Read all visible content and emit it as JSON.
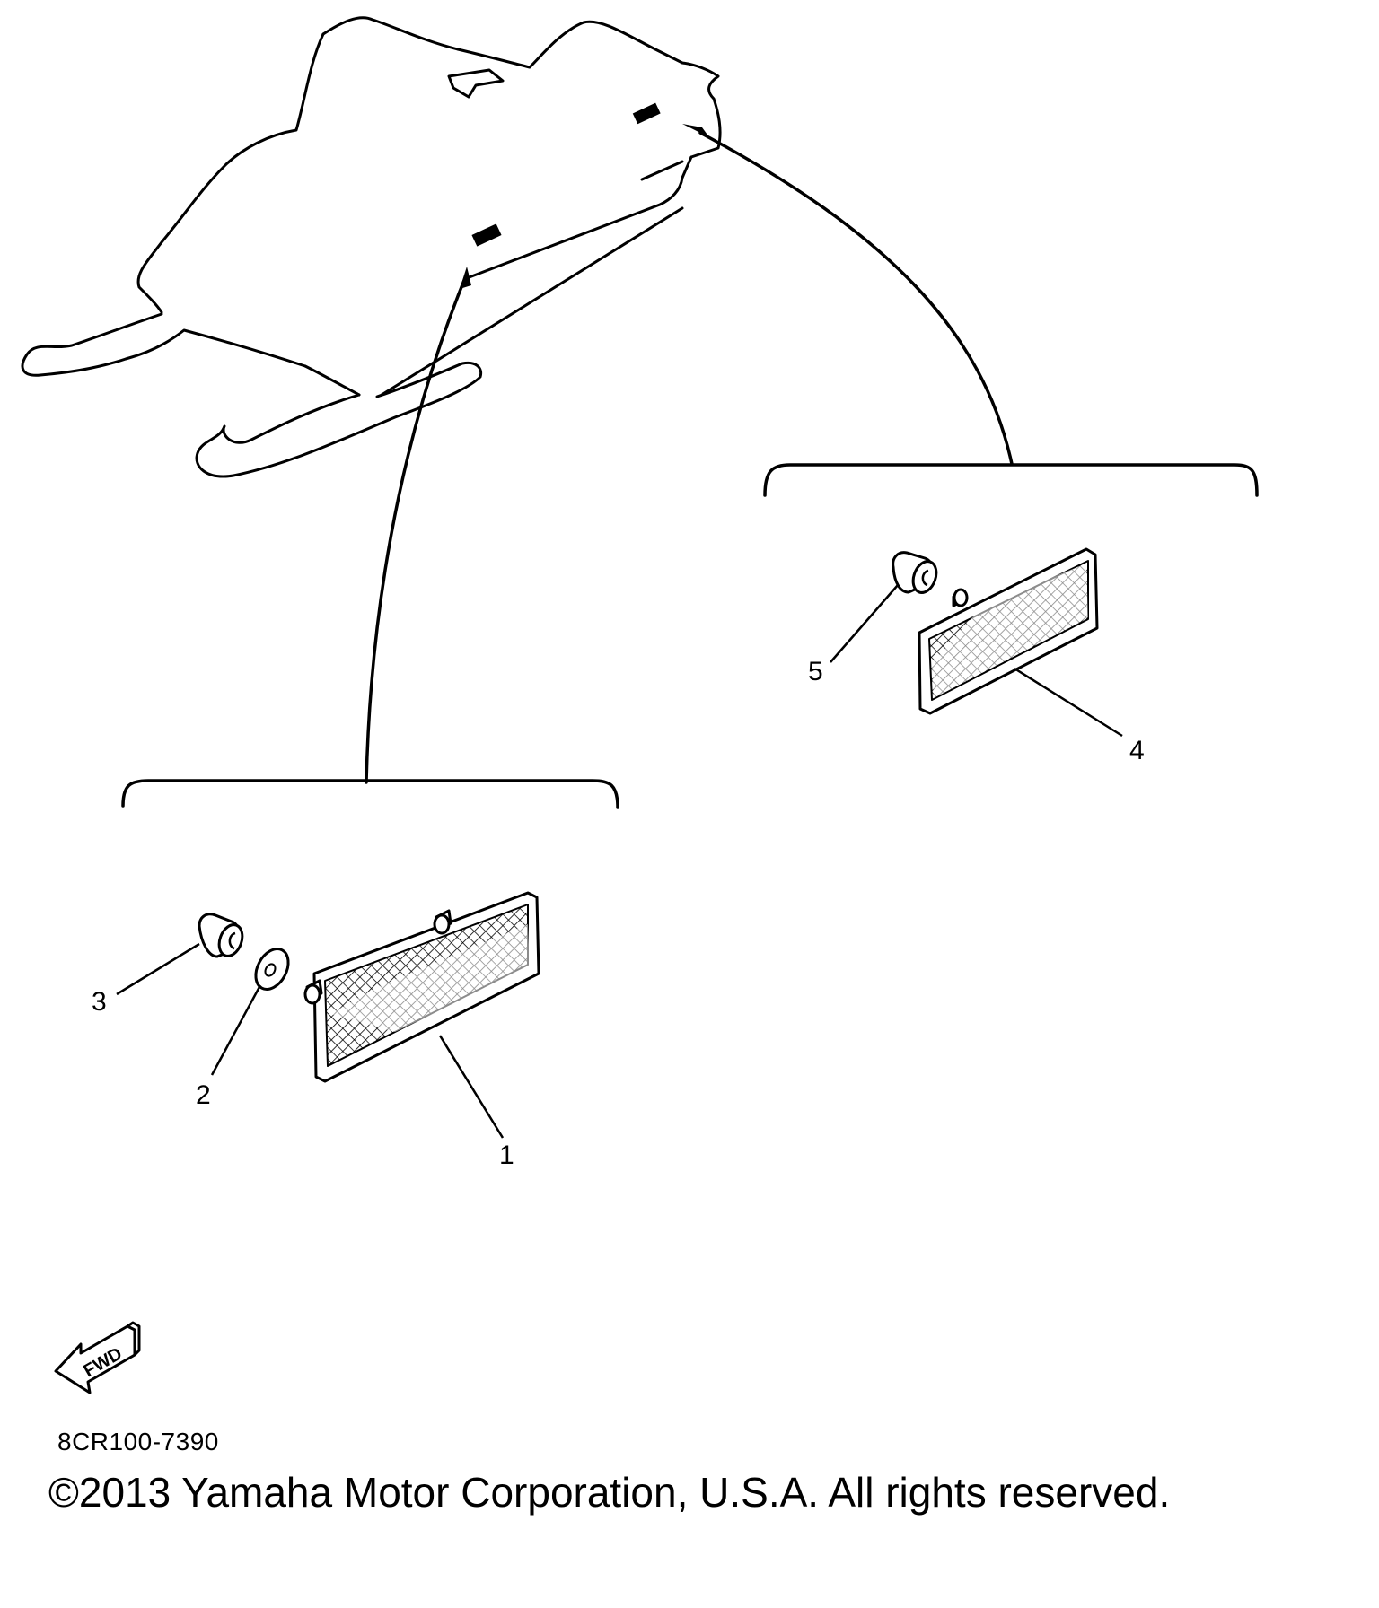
{
  "callouts": {
    "part1": "1",
    "part2": "2",
    "part3": "3",
    "part4": "4",
    "part5": "5"
  },
  "fwd_label": "FWD",
  "diagram_code": "8CR100-7390",
  "copyright": "©2013 Yamaha Motor Corporation, U.S.A. All rights reserved.",
  "colors": {
    "line": "#000000",
    "background": "#ffffff"
  },
  "icons": [
    "snowmobile-outline",
    "reflector",
    "nut",
    "washer",
    "fwd-arrow-icon"
  ]
}
